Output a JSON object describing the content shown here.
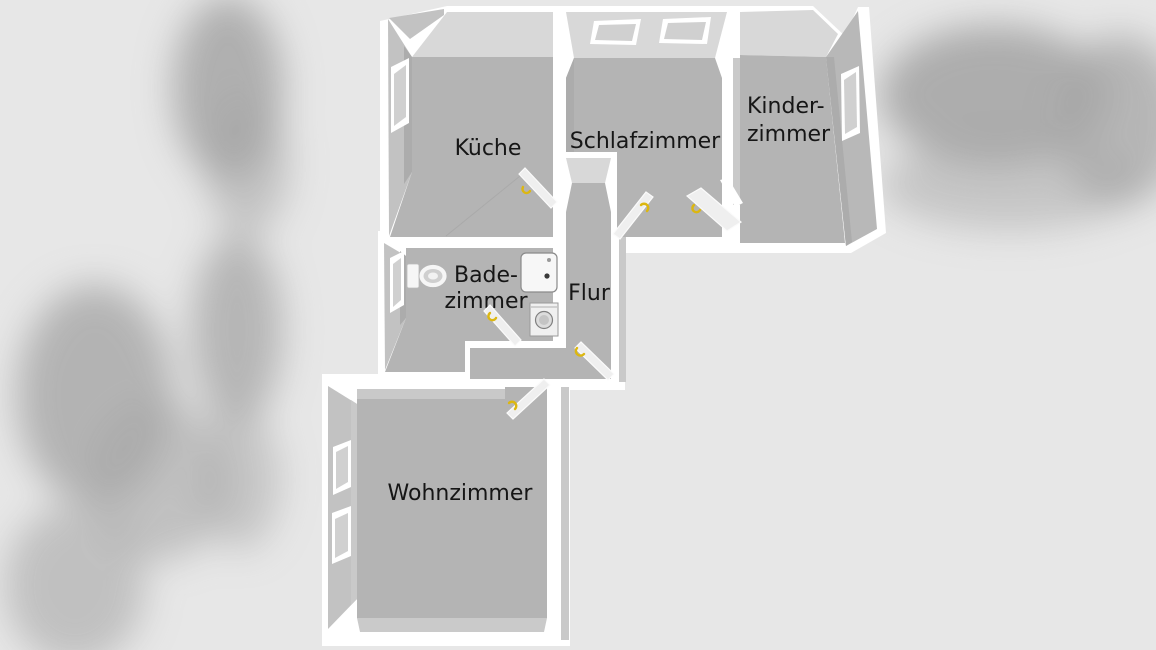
{
  "rooms": {
    "kueche": {
      "label": "Küche"
    },
    "schlafzimmer": {
      "label": "Schlafzimmer"
    },
    "kinderzimmer": {
      "label_line1": "Kinder-",
      "label_line2": "zimmer"
    },
    "badezimmer": {
      "label_line1": "Bade-",
      "label_line2": "zimmer"
    },
    "flur": {
      "label": "Flur"
    },
    "wohnzimmer": {
      "label": "Wohnzimmer"
    }
  },
  "fixtures": {
    "toilet": "toilet-icon",
    "sink": "sink-icon",
    "washing_machine": "washing-machine-icon"
  },
  "doors": [
    "kitchen-door",
    "bedroom-door",
    "childrens-room-door",
    "bathroom-door",
    "entrance-door",
    "living-room-door"
  ],
  "windows": [
    "kitchen-window",
    "bathroom-window",
    "childrens-room-window",
    "living-room-window-1",
    "living-room-window-2",
    "skylight-1",
    "skylight-2"
  ],
  "colors": {
    "background": "#e7e7e7",
    "blob": "#a6a6a6",
    "outline": "#ffffff",
    "floor": "#b4b4b4",
    "ceiling": "#d8d8d8",
    "wall_side": "#c2c2c2",
    "wall_side_dark": "#acacac",
    "wall_right": "#b8b8b8",
    "outer_strip": "#c9c9c9",
    "bottom_band": "#cacaca",
    "glass": "#d0d0d0",
    "door_leaf": "#efefef",
    "door_handle": "#dcb711",
    "fixture": "#f6f6f6",
    "text": "#161616"
  }
}
